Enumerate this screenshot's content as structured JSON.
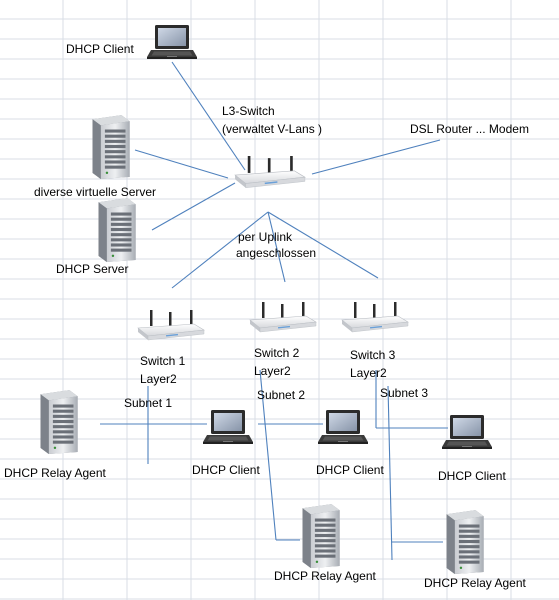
{
  "diagram": {
    "labels": {
      "dhcp_client_top": "DHCP Client",
      "l3_switch": "L3-Switch",
      "l3_switch_note": "(verwaltet V-Lans )",
      "dsl_router": "DSL Router ... Modem",
      "virtual_servers": "diverse virtuelle Server",
      "dhcp_server": "DHCP Server",
      "uplink_1": "per Uplink",
      "uplink_2": "angeschlossen",
      "switch1_name": "Switch 1",
      "switch1_layer": "Layer2",
      "switch2_name": "Switch 2",
      "switch2_layer": "Layer2",
      "switch3_name": "Switch 3",
      "switch3_layer": "Layer2",
      "subnet1": "Subnet 1",
      "subnet2": "Subnet 2",
      "subnet3": "Subnet 3",
      "relay_agent_left": "DHCP Relay Agent",
      "client_subnet1": "DHCP Client",
      "client_subnet2": "DHCP Client",
      "client_subnet3": "DHCP Client",
      "relay_agent_subnet2": "DHCP Relay Agent",
      "relay_agent_subnet3": "DHCP Relay Agent"
    },
    "colors": {
      "link": "#4f81bd",
      "grid": "#d9dde6",
      "device_white": "#f4f4f4",
      "server_gray": "#9aa0a8",
      "laptop_dark": "#333333"
    },
    "icons": {
      "laptop": "laptop-icon",
      "server": "server-tower-icon",
      "switch": "wireless-router-icon"
    }
  }
}
